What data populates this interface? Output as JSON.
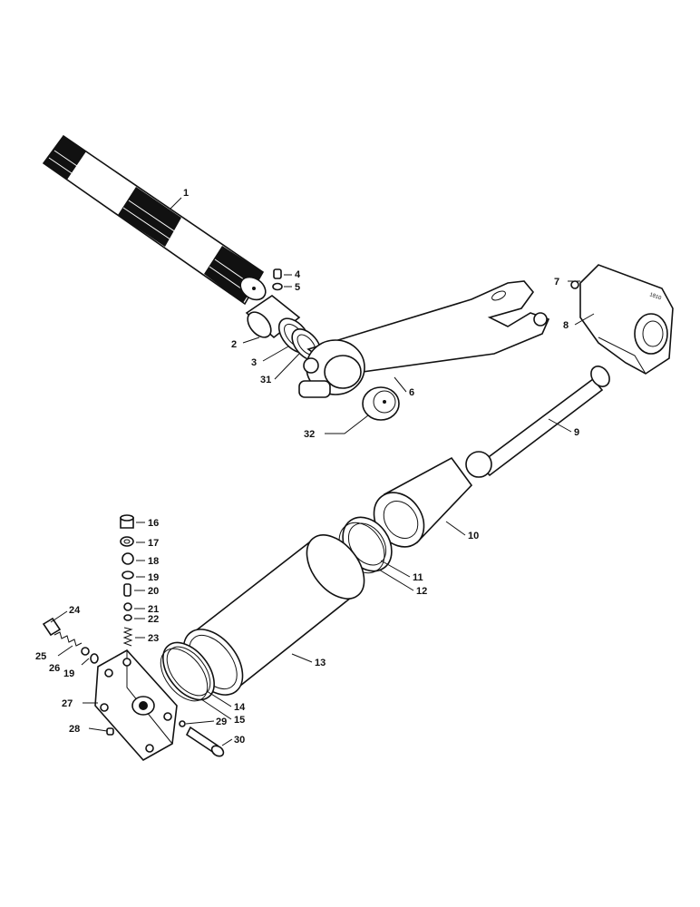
{
  "callouts": {
    "c1": "1",
    "c2": "2",
    "c3": "3",
    "c4": "4",
    "c5": "5",
    "c6": "6",
    "c7": "7",
    "c8": "8",
    "c9": "9",
    "c10": "10",
    "c11": "11",
    "c12": "12",
    "c13": "13",
    "c14": "14",
    "c15": "15",
    "c16": "16",
    "c17": "17",
    "c18": "18",
    "c19a": "19",
    "c19b": "19",
    "c20": "20",
    "c21": "21",
    "c22": "22",
    "c23": "23",
    "c24": "24",
    "c25": "25",
    "c26": "26",
    "c27": "27",
    "c28": "28",
    "c29": "29",
    "c30": "30",
    "c31": "31",
    "c32": "32"
  },
  "housing_stamp": "1810"
}
